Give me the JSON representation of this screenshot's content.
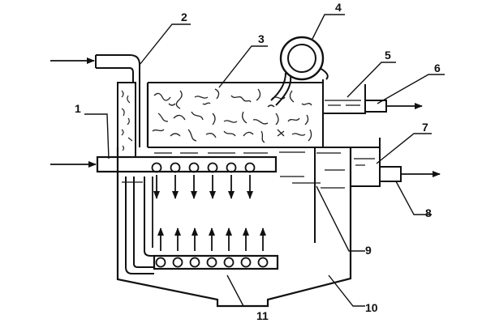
{
  "labels": [
    {
      "id": "1",
      "text": "1"
    },
    {
      "id": "2",
      "text": "2"
    },
    {
      "id": "3",
      "text": "3"
    },
    {
      "id": "4",
      "text": "4"
    },
    {
      "id": "5",
      "text": "5"
    },
    {
      "id": "6",
      "text": "6"
    },
    {
      "id": "7",
      "text": "7"
    },
    {
      "id": "8",
      "text": "8"
    },
    {
      "id": "9",
      "text": "9"
    },
    {
      "id": "10",
      "text": "10"
    },
    {
      "id": "11",
      "text": "11"
    }
  ],
  "colors": {
    "ink": "#111111",
    "paper": "#ffffff"
  }
}
